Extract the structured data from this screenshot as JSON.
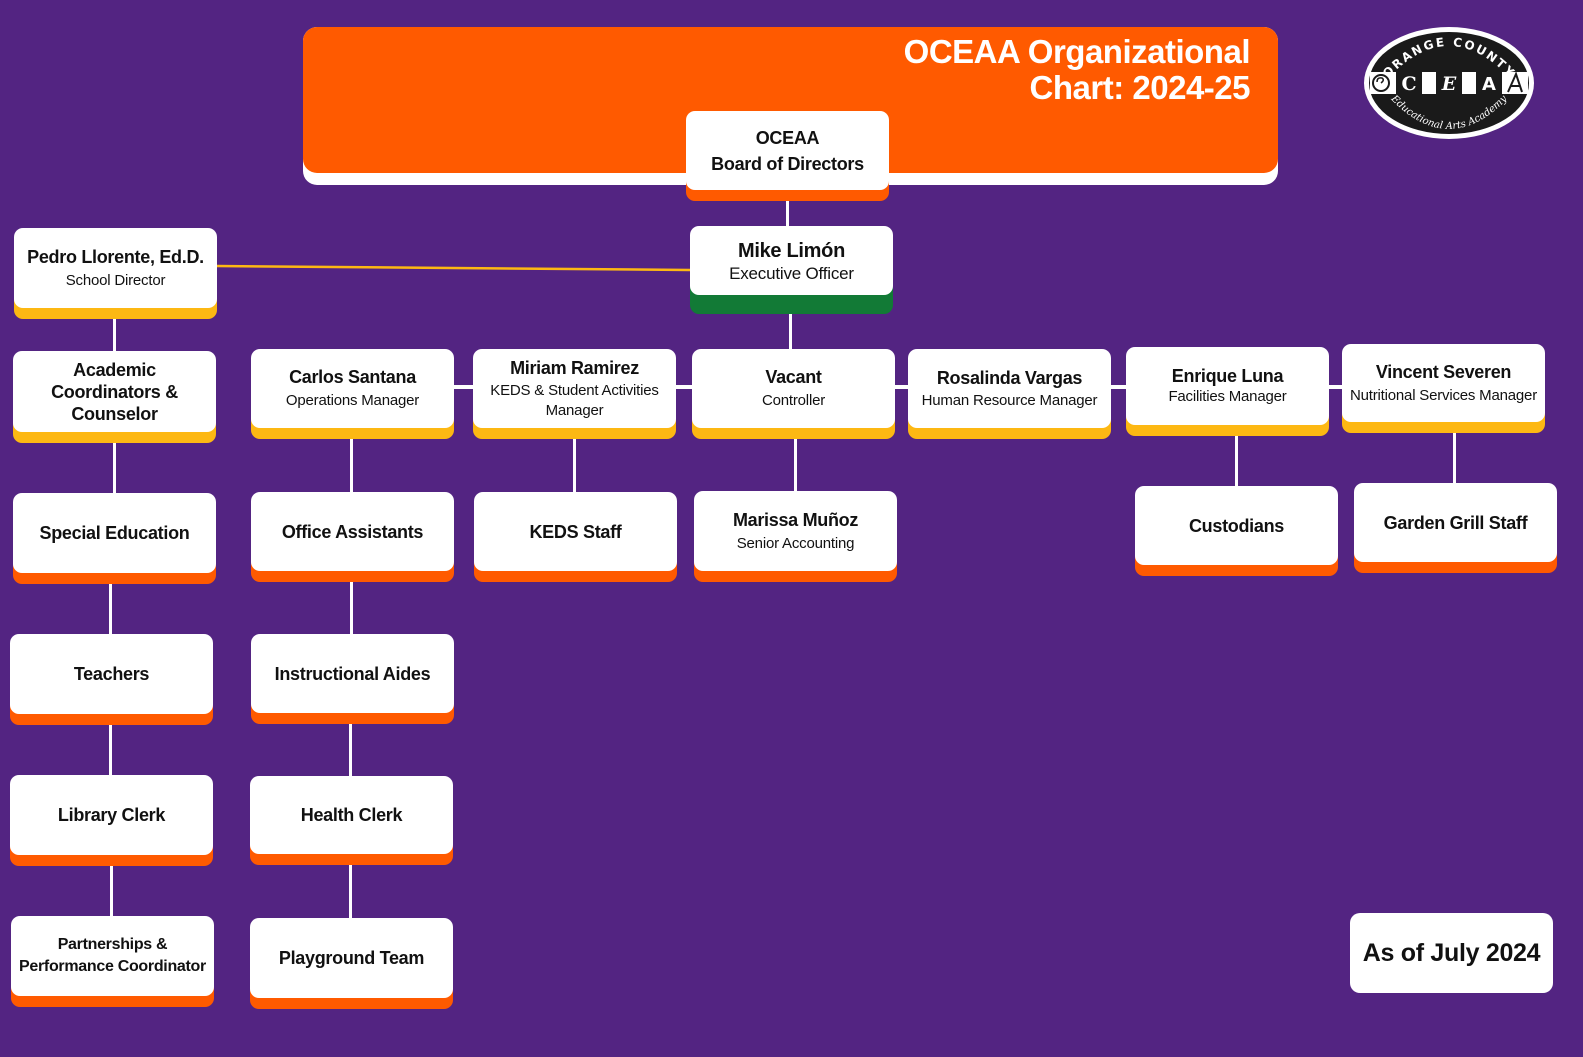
{
  "title": {
    "line1": "OCEAA Organizational",
    "line2": "Chart: 2024-25"
  },
  "logo": {
    "top_text": "ORANGE COUNTY",
    "letters": [
      "C",
      "E",
      "A"
    ],
    "bottom_text": "Educational Arts Academy"
  },
  "board": {
    "line1": "OCEAA",
    "line2": "Board of Directors"
  },
  "executive": {
    "name": "Mike Limón",
    "role": "Executive Officer"
  },
  "director": {
    "name": "Pedro Llorente, Ed.D.",
    "role": "School Director"
  },
  "managers": [
    {
      "name": "Carlos Santana",
      "role": "Operations Manager"
    },
    {
      "name": "Miriam Ramirez",
      "role": "KEDS & Student Activities Manager"
    },
    {
      "name": "Vacant",
      "role": "Controller"
    },
    {
      "name": "Rosalinda Vargas",
      "role": "Human Resource Manager"
    },
    {
      "name": "Enrique Luna",
      "role": "Facilities Manager"
    },
    {
      "name": "Vincent Severen",
      "role": "Nutritional Services Manager"
    }
  ],
  "director_chain": [
    "Academic Coordinators & Counselor",
    "Special Education",
    "Teachers",
    "Library Clerk",
    "Partnerships & Performance Coordinator"
  ],
  "operations_chain": [
    "Office Assistants",
    "Instructional Aides",
    "Health Clerk",
    "Playground Team"
  ],
  "keds_staff": "KEDS Staff",
  "accounting": {
    "name": "Marissa Muñoz",
    "role": "Senior Accounting"
  },
  "custodians": "Custodians",
  "garden": "Garden Grill Staff",
  "as_of": "As of July 2024",
  "colors": {
    "background": "#532482",
    "orange": "#ff5a00",
    "yellow": "#fdb813",
    "green": "#127a36",
    "director_link": "#fdb813"
  }
}
